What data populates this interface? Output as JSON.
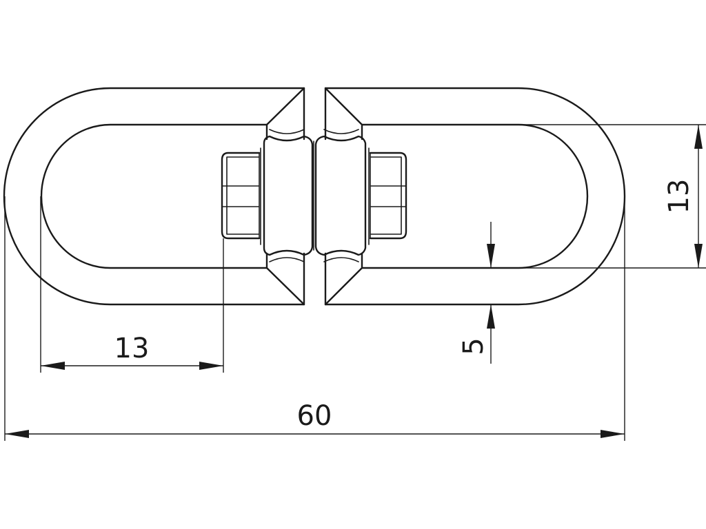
{
  "drawing": {
    "dimensions": {
      "overall_length": "60",
      "inner_offset": "13",
      "inner_width": "13",
      "wire_thickness": "5"
    }
  }
}
